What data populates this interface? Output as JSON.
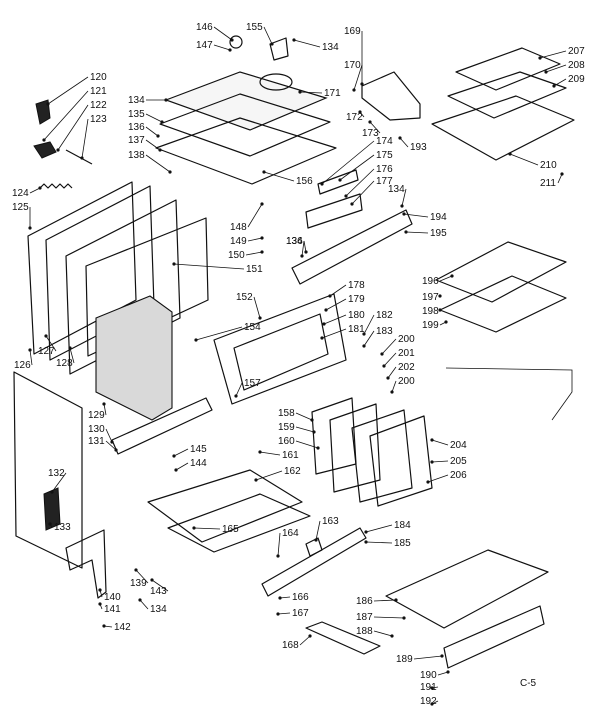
{
  "diagram": {
    "page_code": "C-5",
    "callouts": [
      {
        "id": "120",
        "label": "120"
      },
      {
        "id": "121",
        "label": "121"
      },
      {
        "id": "122",
        "label": "122"
      },
      {
        "id": "123",
        "label": "123"
      },
      {
        "id": "124",
        "label": "124"
      },
      {
        "id": "125",
        "label": "125"
      },
      {
        "id": "126",
        "label": "126"
      },
      {
        "id": "127",
        "label": "127"
      },
      {
        "id": "128",
        "label": "128"
      },
      {
        "id": "129",
        "label": "129"
      },
      {
        "id": "130",
        "label": "130"
      },
      {
        "id": "131",
        "label": "131"
      },
      {
        "id": "132",
        "label": "132"
      },
      {
        "id": "133",
        "label": "133"
      },
      {
        "id": "134a",
        "label": "134"
      },
      {
        "id": "134b",
        "label": "134"
      },
      {
        "id": "134c",
        "label": "134"
      },
      {
        "id": "134d",
        "label": "134"
      },
      {
        "id": "134e",
        "label": "134"
      },
      {
        "id": "135",
        "label": "135"
      },
      {
        "id": "136a",
        "label": "136"
      },
      {
        "id": "136b",
        "label": "136"
      },
      {
        "id": "137",
        "label": "137"
      },
      {
        "id": "138",
        "label": "138"
      },
      {
        "id": "139",
        "label": "139"
      },
      {
        "id": "140",
        "label": "140"
      },
      {
        "id": "141",
        "label": "141"
      },
      {
        "id": "142",
        "label": "142"
      },
      {
        "id": "143",
        "label": "143"
      },
      {
        "id": "144",
        "label": "144"
      },
      {
        "id": "145",
        "label": "145"
      },
      {
        "id": "146",
        "label": "146"
      },
      {
        "id": "147",
        "label": "147"
      },
      {
        "id": "148",
        "label": "148"
      },
      {
        "id": "149",
        "label": "149"
      },
      {
        "id": "150",
        "label": "150"
      },
      {
        "id": "151",
        "label": "151"
      },
      {
        "id": "152",
        "label": "152"
      },
      {
        "id": "154",
        "label": "154"
      },
      {
        "id": "155",
        "label": "155"
      },
      {
        "id": "156",
        "label": "156"
      },
      {
        "id": "157",
        "label": "157"
      },
      {
        "id": "158",
        "label": "158"
      },
      {
        "id": "159",
        "label": "159"
      },
      {
        "id": "160",
        "label": "160"
      },
      {
        "id": "161",
        "label": "161"
      },
      {
        "id": "162",
        "label": "162"
      },
      {
        "id": "163",
        "label": "163"
      },
      {
        "id": "164",
        "label": "164"
      },
      {
        "id": "165",
        "label": "165"
      },
      {
        "id": "166",
        "label": "166"
      },
      {
        "id": "167",
        "label": "167"
      },
      {
        "id": "168",
        "label": "168"
      },
      {
        "id": "169",
        "label": "169"
      },
      {
        "id": "170",
        "label": "170"
      },
      {
        "id": "171",
        "label": "171"
      },
      {
        "id": "172",
        "label": "172"
      },
      {
        "id": "173",
        "label": "173"
      },
      {
        "id": "174",
        "label": "174"
      },
      {
        "id": "175",
        "label": "175"
      },
      {
        "id": "176",
        "label": "176"
      },
      {
        "id": "177",
        "label": "177"
      },
      {
        "id": "178",
        "label": "178"
      },
      {
        "id": "179",
        "label": "179"
      },
      {
        "id": "180",
        "label": "180"
      },
      {
        "id": "181",
        "label": "181"
      },
      {
        "id": "182",
        "label": "182"
      },
      {
        "id": "183",
        "label": "183"
      },
      {
        "id": "184",
        "label": "184"
      },
      {
        "id": "185",
        "label": "185"
      },
      {
        "id": "186",
        "label": "186"
      },
      {
        "id": "187",
        "label": "187"
      },
      {
        "id": "188",
        "label": "188"
      },
      {
        "id": "189",
        "label": "189"
      },
      {
        "id": "190",
        "label": "190"
      },
      {
        "id": "191",
        "label": "191"
      },
      {
        "id": "192",
        "label": "192"
      },
      {
        "id": "193",
        "label": "193"
      },
      {
        "id": "194",
        "label": "194"
      },
      {
        "id": "195",
        "label": "195"
      },
      {
        "id": "196",
        "label": "196"
      },
      {
        "id": "197",
        "label": "197"
      },
      {
        "id": "198",
        "label": "198"
      },
      {
        "id": "199",
        "label": "199"
      },
      {
        "id": "200a",
        "label": "200"
      },
      {
        "id": "200b",
        "label": "200"
      },
      {
        "id": "201",
        "label": "201"
      },
      {
        "id": "202",
        "label": "202"
      },
      {
        "id": "204",
        "label": "204"
      },
      {
        "id": "205",
        "label": "205"
      },
      {
        "id": "206",
        "label": "206"
      },
      {
        "id": "207",
        "label": "207"
      },
      {
        "id": "208",
        "label": "208"
      },
      {
        "id": "209",
        "label": "209"
      },
      {
        "id": "210",
        "label": "210"
      },
      {
        "id": "211",
        "label": "211"
      }
    ]
  }
}
